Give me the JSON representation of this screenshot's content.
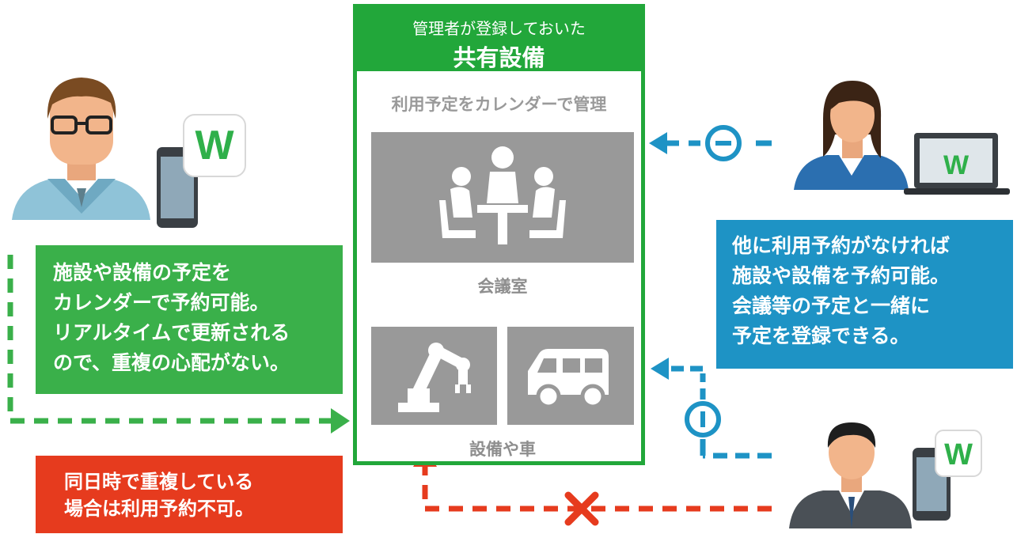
{
  "panel": {
    "header_line1": "管理者が登録しておいた",
    "header_line2": "共有設備",
    "subtitle": "利用予定をカレンダーで管理",
    "room_label": "会議室",
    "equipment_label": "設備や車"
  },
  "notes": {
    "green": [
      "施設や設備の予定を",
      "カレンダーで予約可能。",
      "リアルタイムで更新される",
      "ので、重複の心配がない。"
    ],
    "blue": [
      "他に利用予約がなければ",
      "施設や設備を予約可能。",
      "会議等の予定と一緒に",
      "予定を登録できる。"
    ],
    "red": [
      "同日時で重複している",
      "場合は利用予約不可。"
    ]
  },
  "icons": {
    "app_badge": "W",
    "meeting_room": "meeting-room-icon",
    "robot_arm": "robot-arm-icon",
    "van": "van-icon",
    "cross": "cross-mark-icon"
  },
  "colors": {
    "green": "#22a73a",
    "note_green": "#3ab04a",
    "blue": "#1e93c5",
    "red": "#e63b1e",
    "tile_gray": "#999999"
  }
}
